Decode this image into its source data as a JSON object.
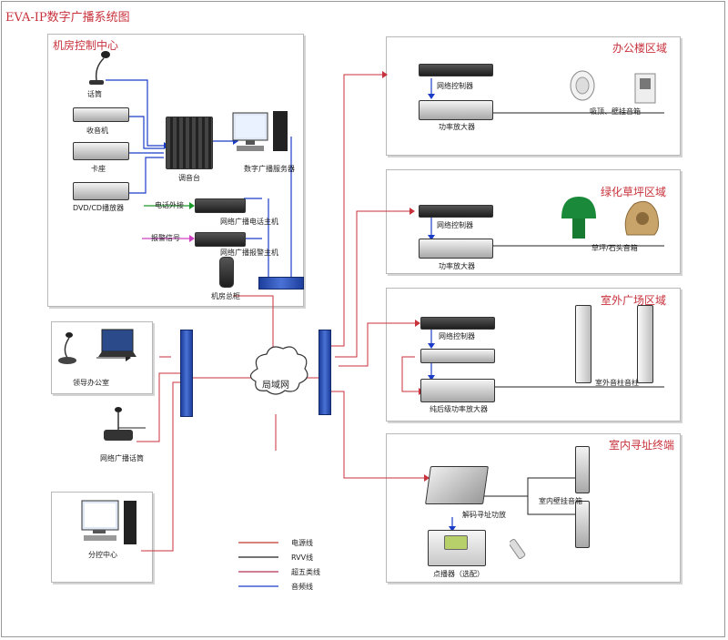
{
  "title": "EVA-IP数字广播系统图",
  "panels": {
    "control_center": "机房控制中心",
    "office": "办公楼区域",
    "green": "绿化草坪区域",
    "outdoor": "室外广场区域",
    "indoor": "室内寻址终端"
  },
  "labels": {
    "mic": "话筒",
    "radio": "收音机",
    "tape": "卡座",
    "dvd": "DVD/CD播放器",
    "mixer": "调音台",
    "server": "数字广播服务器",
    "phone_in": "电话外接",
    "phone_host": "网络广播电话主机",
    "alarm_in": "报警信号",
    "alarm_host": "网络广播报警主机",
    "cabinet": "机房总柜",
    "lan": "局域网",
    "leader_office": "领导办公室",
    "paging_station": "网络广播话筒",
    "branch_center": "分控中心",
    "office_controller": "网络控制器",
    "office_amp": "功率放大器",
    "office_speakers": "吸顶、壁挂音箱",
    "green_controller": "网络控制器",
    "green_amp": "功率放大器",
    "green_speakers": "草坪/石头音箱",
    "outdoor_controller": "网络控制器",
    "outdoor_amp": "纯后级功率放大器",
    "outdoor_speakers": "室外音柱音柱",
    "indoor_decoder": "解码寻址功放",
    "indoor_speakers": "室内壁挂音箱",
    "indoor_broadcast": "点播器（选配）"
  },
  "legend": [
    {
      "label": "电源线",
      "color": "#c0392b"
    },
    {
      "label": "RVV线",
      "color": "#222222"
    },
    {
      "label": "超五类线",
      "color": "#b03050"
    },
    {
      "label": "音频线",
      "color": "#1a3cc8"
    }
  ],
  "colors": {
    "accent": "#c8323c",
    "network": "#c8323c",
    "audio": "#1a3cc8",
    "cable": "#222222",
    "switch": "#2a52c0"
  }
}
